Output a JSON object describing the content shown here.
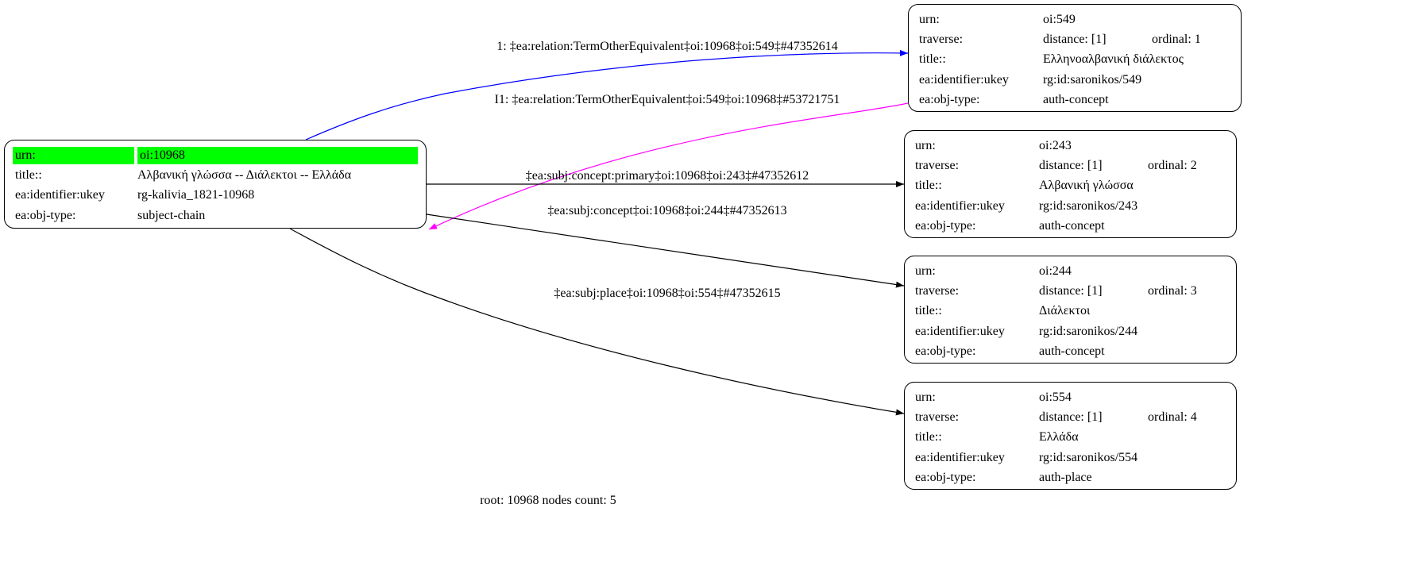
{
  "root_node": {
    "rows": [
      {
        "key": "urn:",
        "value": "oi:10968"
      },
      {
        "key": "title::",
        "value": "Αλβανική γλώσσα -- Διάλεκτοι -- Ελλάδα"
      },
      {
        "key": "ea:identifier:ukey",
        "value": "rg-kalivia_1821-10968"
      },
      {
        "key": "ea:obj-type:",
        "value": "subject-chain"
      }
    ],
    "highlight_color": "#00ff00"
  },
  "nodes": [
    {
      "urn": "oi:549",
      "distance": "distance: [1]",
      "ordinal": "ordinal: 1",
      "title": "Ελληνοαλβανική διάλεκτος",
      "ukey": "rg:id:saronikos/549",
      "obj_type": "auth-concept"
    },
    {
      "urn": "oi:243",
      "distance": "distance: [1]",
      "ordinal": "ordinal: 2",
      "title": "Αλβανική γλώσσα",
      "ukey": "rg:id:saronikos/243",
      "obj_type": "auth-concept"
    },
    {
      "urn": "oi:244",
      "distance": "distance: [1]",
      "ordinal": "ordinal: 3",
      "title": "Διάλεκτοι",
      "ukey": "rg:id:saronikos/244",
      "obj_type": "auth-concept"
    },
    {
      "urn": "oi:554",
      "distance": "distance: [1]",
      "ordinal": "ordinal: 4",
      "title": "Ελλάδα",
      "ukey": "rg:id:saronikos/554",
      "obj_type": "auth-place"
    }
  ],
  "keys": {
    "urn": "urn:",
    "traverse": "traverse:",
    "title": "title::",
    "ukey": "ea:identifier:ukey",
    "obj_type": "ea:obj-type:"
  },
  "edges": [
    {
      "label": "1: ‡ea:relation:TermOtherEquivalent‡oi:10968‡oi:549‡#47352614",
      "color": "#0000ff"
    },
    {
      "label": "I1: ‡ea:relation:TermOtherEquivalent‡oi:549‡oi:10968‡#53721751",
      "color": "#ff00ff"
    },
    {
      "label": "‡ea:subj:concept:primary‡oi:10968‡oi:243‡#47352612",
      "color": "#000000"
    },
    {
      "label": "‡ea:subj:concept‡oi:10968‡oi:244‡#47352613",
      "color": "#000000"
    },
    {
      "label": "‡ea:subj:place‡oi:10968‡oi:554‡#47352615",
      "color": "#000000"
    }
  ],
  "footer": "root: 10968 nodes count: 5"
}
